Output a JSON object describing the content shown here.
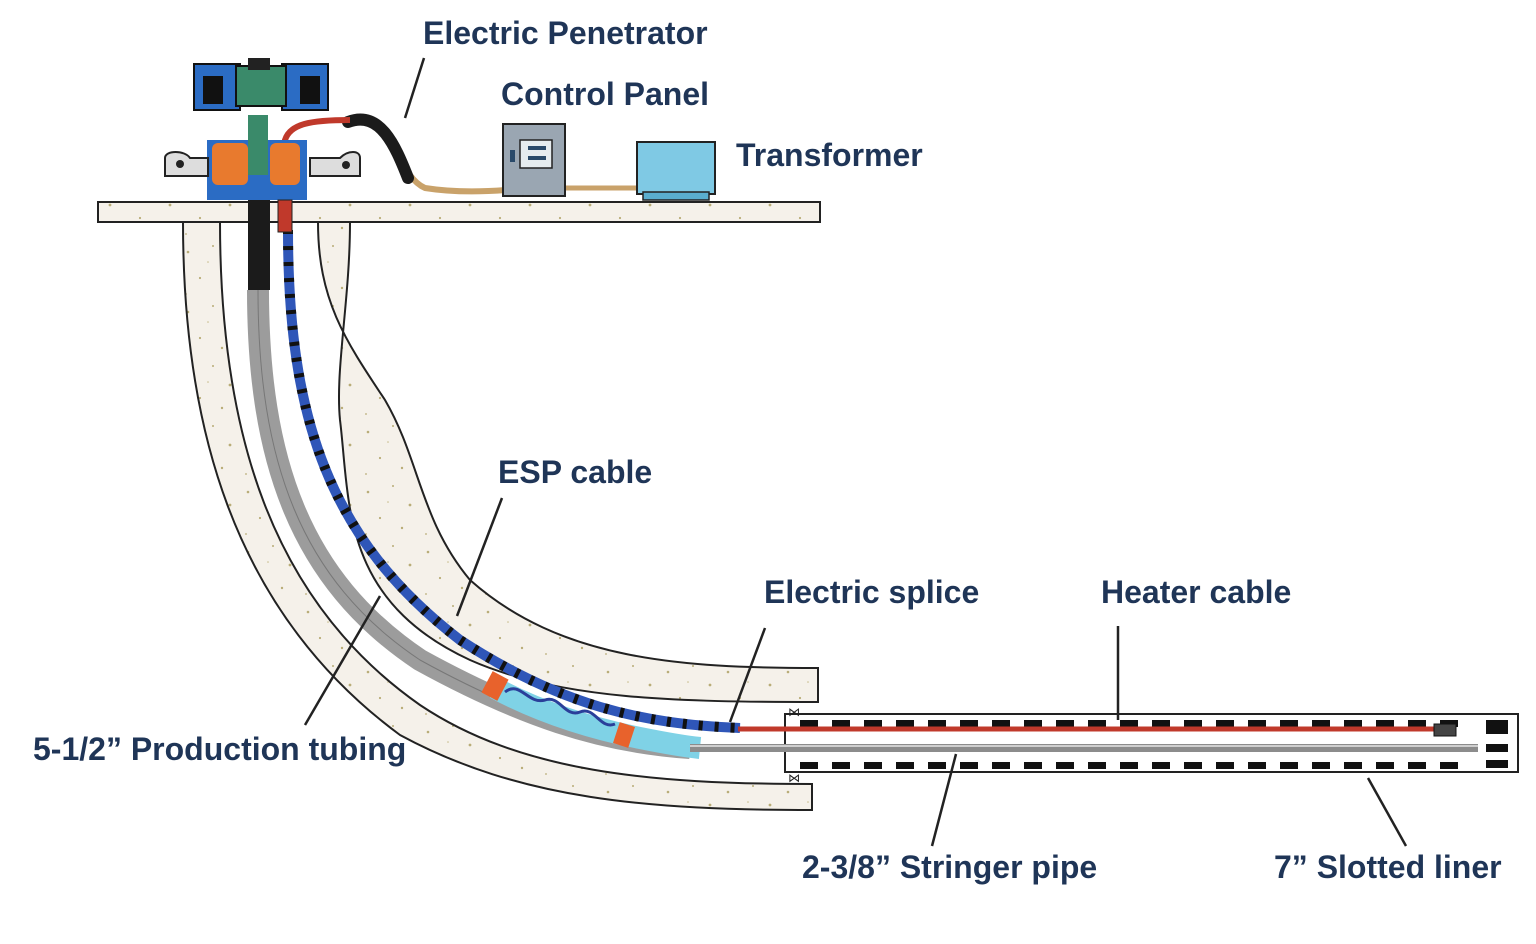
{
  "labels": {
    "electric_penetrator": "Electric Penetrator",
    "control_panel": "Control Panel",
    "transformer": "Transformer",
    "esp_cable": "ESP cable",
    "electric_splice": "Electric splice",
    "heater_cable": "Heater cable",
    "production_tubing": "5-1/2” Production tubing",
    "stringer_pipe": "2-3/8” Stringer pipe",
    "slotted_liner": "7” Slotted liner"
  },
  "colors": {
    "label_text": "#1f3557",
    "cement": "#f5f1ea",
    "cement_speck": "#b9ad78",
    "tubing": "#9c9c9c",
    "esp_cable": "#2f56b8",
    "heater_cable": "#c0392b",
    "pump": "#7fd2e6",
    "pump_joint": "#e8622c",
    "surface_cable": "#c9a26a",
    "wellhead_blue": "#2b6cc4",
    "wellhead_orange": "#e87a2e",
    "wellhead_green": "#3a8a6a",
    "panel_box": "#9aa6b2",
    "transformer_box": "#7fc9e4"
  }
}
